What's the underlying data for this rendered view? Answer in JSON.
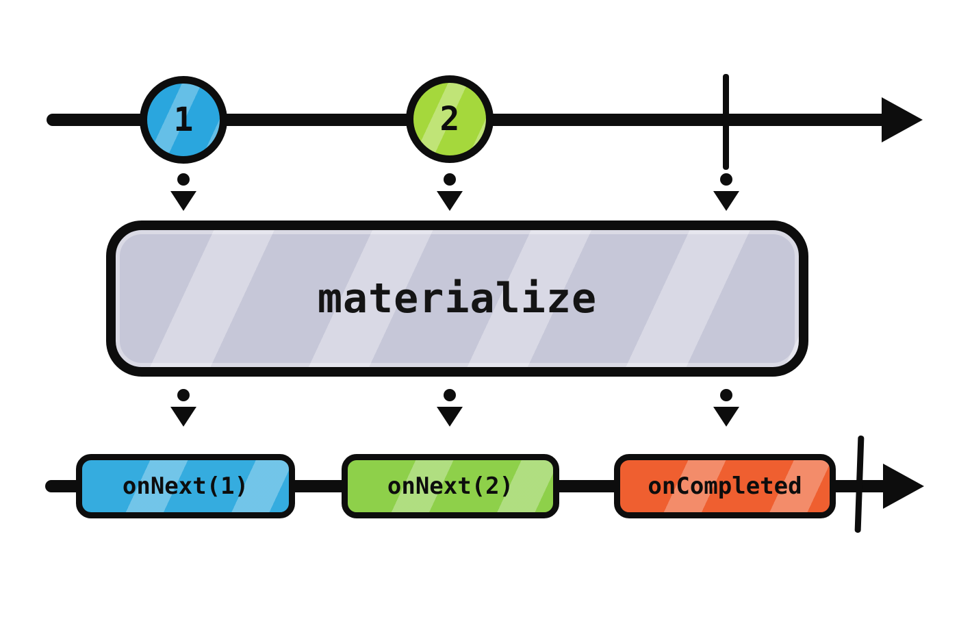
{
  "diagram": {
    "type": "rx-marble-diagram",
    "operator": {
      "label": "materialize",
      "box_color": "#c6c7d8",
      "border_color": "#0d0d0d"
    },
    "source_timeline": {
      "direction": "left-to-right",
      "marbles": [
        {
          "label": "1",
          "color": "#2aa6de",
          "shape": "circle"
        },
        {
          "label": "2",
          "color": "#a5d83c",
          "shape": "circle"
        }
      ],
      "completion_marker": "vertical-tick",
      "line_color": "#0d0d0d"
    },
    "flow_arrows": {
      "style": "dashed-down-arrow",
      "count_into_operator": 3,
      "count_out_of_operator": 3,
      "color": "#0d0d0d"
    },
    "output_timeline": {
      "direction": "left-to-right",
      "events": [
        {
          "label": "onNext(1)",
          "color": "#35acdf",
          "shape": "rounded-rect"
        },
        {
          "label": "onNext(2)",
          "color": "#8ed04a",
          "shape": "rounded-rect"
        },
        {
          "label": "onCompleted",
          "color": "#ef5f30",
          "shape": "rounded-rect"
        }
      ],
      "completion_marker": "vertical-tick",
      "line_color": "#0d0d0d"
    }
  }
}
